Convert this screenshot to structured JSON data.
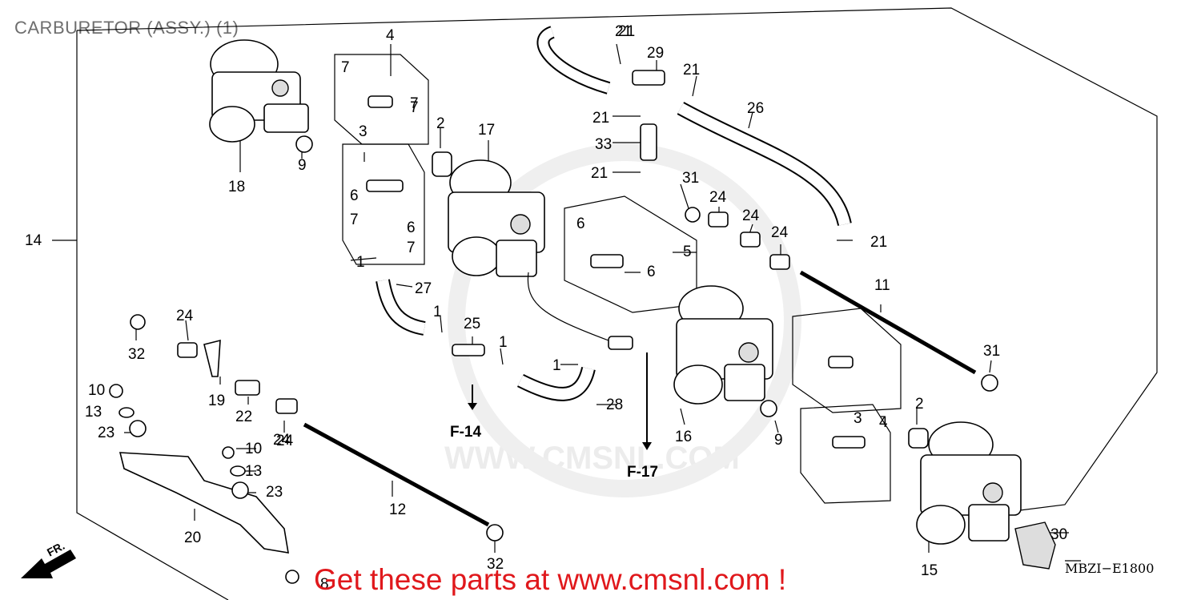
{
  "title": "CARBURETOR (ASSY.) (1)",
  "diagram_code": "MBZI−E1800",
  "banner": "Get these parts at www.cmsnl.com !",
  "watermark": "WWW.CMSNL.COM",
  "direction_label": "FR.",
  "refs": {
    "f14": "F-14",
    "f17": "F-17"
  },
  "callouts": [
    "1",
    "1",
    "1",
    "1",
    "2",
    "2",
    "3",
    "3",
    "4",
    "4",
    "5",
    "6",
    "6",
    "6",
    "6",
    "7",
    "7",
    "7",
    "7",
    "7",
    "8",
    "9",
    "9",
    "10",
    "10",
    "11",
    "12",
    "13",
    "13",
    "14",
    "15",
    "16",
    "17",
    "18",
    "19",
    "20",
    "21",
    "21",
    "21",
    "21",
    "21",
    "21",
    "22",
    "23",
    "23",
    "24",
    "24",
    "24",
    "24",
    "24",
    "24",
    "25",
    "26",
    "27",
    "28",
    "29",
    "30",
    "31",
    "31",
    "32",
    "32",
    "33"
  ]
}
